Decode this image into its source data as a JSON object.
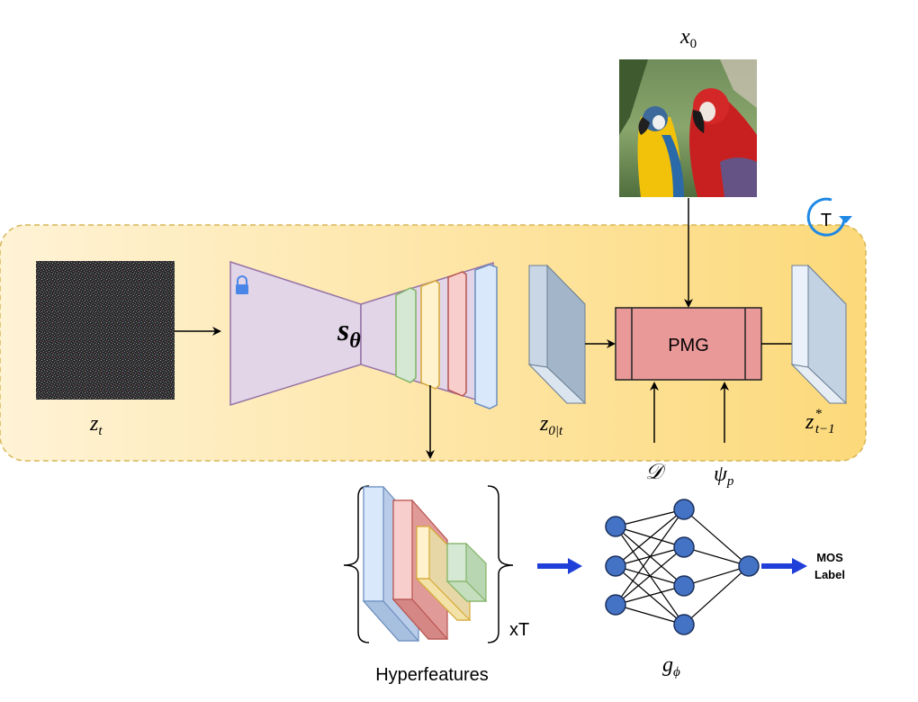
{
  "labels": {
    "x0": "x",
    "x0_sub": "0",
    "zt": "z",
    "zt_sub": "t",
    "s_theta": "s",
    "s_theta_sub": "θ",
    "z0t": "z",
    "z0t_sub": "0|t",
    "pmg": "PMG",
    "zt1": "z",
    "zt1_sup": "*",
    "zt1_sub": "t−1",
    "D": "𝒟",
    "psi": "ψ",
    "psi_sub": "p",
    "T": "T",
    "xT": "xT",
    "hyperfeatures": "Hyperfeatures",
    "g": "g",
    "g_sub": "ϕ",
    "mos_line1": "MOS",
    "mos_line2": "Label"
  },
  "icons": {
    "lock": "lock-icon",
    "loop": "loop-arrow-icon",
    "parrots": "parrots-image",
    "noise": "noise-image"
  },
  "colors": {
    "panel_fill_left": "#fff3d6",
    "panel_fill_right": "#fcd97a",
    "panel_border": "#d6b656",
    "encoder_fill": "#e1d5e7",
    "encoder_stroke": "#9673a6",
    "pmg_fill": "#ea9999",
    "pmg_stroke": "#222222",
    "node_fill": "#4472c4",
    "blue_arrow": "#1f3fd8",
    "loop_arrow": "#1e88e5"
  }
}
